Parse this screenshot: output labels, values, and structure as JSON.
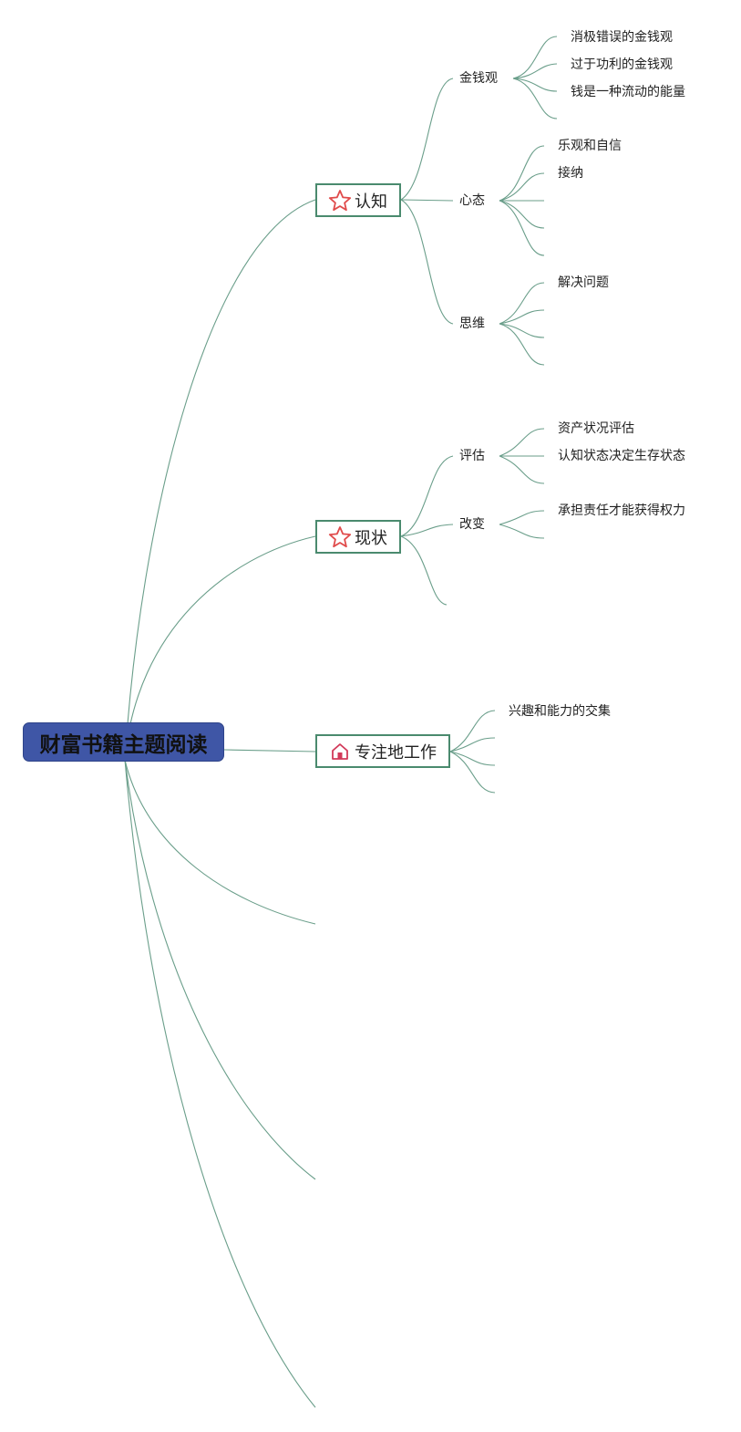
{
  "root": {
    "label": "财富书籍主题阅读"
  },
  "topics": [
    {
      "label": "认知",
      "icon": "star-icon",
      "children": [
        {
          "label": "金钱观",
          "leaves": [
            "消极错误的金钱观",
            "过于功利的金钱观",
            "钱是一种流动的能量"
          ]
        },
        {
          "label": "心态",
          "leaves": [
            "乐观和自信",
            "接纳"
          ]
        },
        {
          "label": "思维",
          "leaves": [
            "解决问题"
          ]
        }
      ]
    },
    {
      "label": "现状",
      "icon": "star-icon",
      "children": [
        {
          "label": "评估",
          "leaves": [
            "资产状况评估",
            "认知状态决定生存状态"
          ]
        },
        {
          "label": "改变",
          "leaves": [
            "承担责任才能获得权力"
          ]
        }
      ]
    },
    {
      "label": "专注地工作",
      "icon": "house-icon",
      "leaves": [
        "兴趣和能力的交集"
      ]
    }
  ],
  "colors": {
    "line": "#6a9e8a",
    "root_fill": "#3f56a6",
    "topic_border": "#4a8a6e",
    "star": "#e04b4b",
    "house": "#d23a5a"
  }
}
